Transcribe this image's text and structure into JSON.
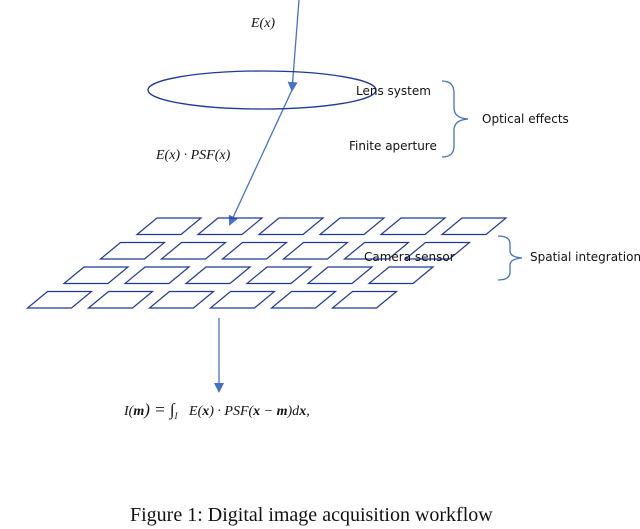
{
  "labels": {
    "incident": "E(x)",
    "after_optics": "E(x) · PSF(x)",
    "lens_system": "Lens system",
    "finite_aperture": "Finite aperture",
    "optical_effects": "Optical effects",
    "camera_sensor": "Camera sensor",
    "spatial_integration": "Spatial integration"
  },
  "formula": {
    "lhs": "I(",
    "lhs_m": "m",
    "lhs_end": ") = ∫",
    "lower": "I",
    "e": "E(",
    "x1": "x",
    "mid": ") · PSF(",
    "x2": "x",
    "minus": " − ",
    "m2": "m",
    "dx": ")d",
    "x3": "x",
    "comma": ","
  },
  "caption": "Figure 1: Digital image acquisition workflow",
  "colors": {
    "line": "#4472c4",
    "stroke": "#1f3a93"
  },
  "sensor_grid": {
    "rows": 4,
    "cols": 6
  }
}
